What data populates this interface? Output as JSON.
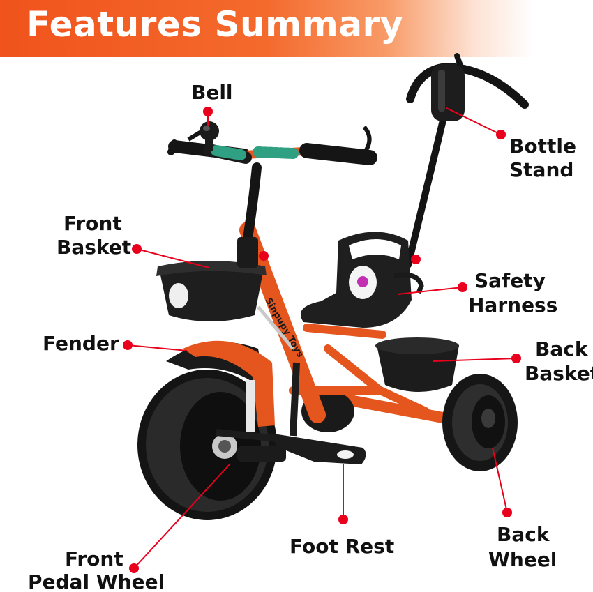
{
  "header": {
    "title": "Features Summary"
  },
  "colors": {
    "accent": "#f0531c",
    "leader_line": "#e8001c",
    "frame": "#e4561d",
    "plastic": "#1c1c1c"
  },
  "labels": {
    "bell": "Bell",
    "bottle_stand_1": "Bottle",
    "bottle_stand_2": "Stand",
    "front_basket_1": "Front",
    "front_basket_2": "Basket",
    "safety_harness_1": "Safety",
    "safety_harness_2": "Harness",
    "fender": "Fender",
    "back_basket_1": "Back",
    "back_basket_2": "Basket",
    "front_pedal_wheel_1": "Front",
    "front_pedal_wheel_2": "Pedal Wheel",
    "foot_rest": "Foot Rest",
    "back_wheel_1": "Back",
    "back_wheel_2": "Wheel"
  },
  "product_image": {
    "subject": "orange-tricycle-with-push-handle"
  }
}
